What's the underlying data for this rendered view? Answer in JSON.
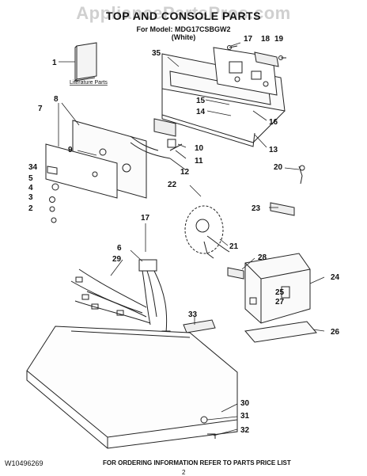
{
  "header": {
    "watermark": "AppliancePartsPros.com",
    "title": "TOP AND CONSOLE PARTS",
    "model_line": "For Model: MDG17CSBGW2",
    "color_line": "(White)"
  },
  "literature_label": "Literature Parts",
  "callouts": [
    "1",
    "2",
    "3",
    "4",
    "5",
    "6",
    "7",
    "8",
    "9",
    "10",
    "11",
    "12",
    "13",
    "14",
    "15",
    "16",
    "17",
    "17",
    "18",
    "19",
    "20",
    "21",
    "22",
    "23",
    "24",
    "25",
    "26",
    "27",
    "28",
    "29",
    "30",
    "31",
    "32",
    "33",
    "34",
    "35"
  ],
  "footer": {
    "doc_number": "W10496269",
    "note": "FOR ORDERING INFORMATION REFER TO PARTS PRICE LIST",
    "page": "2"
  },
  "colors": {
    "line": "#222222",
    "watermark": "#aaaaaa"
  }
}
